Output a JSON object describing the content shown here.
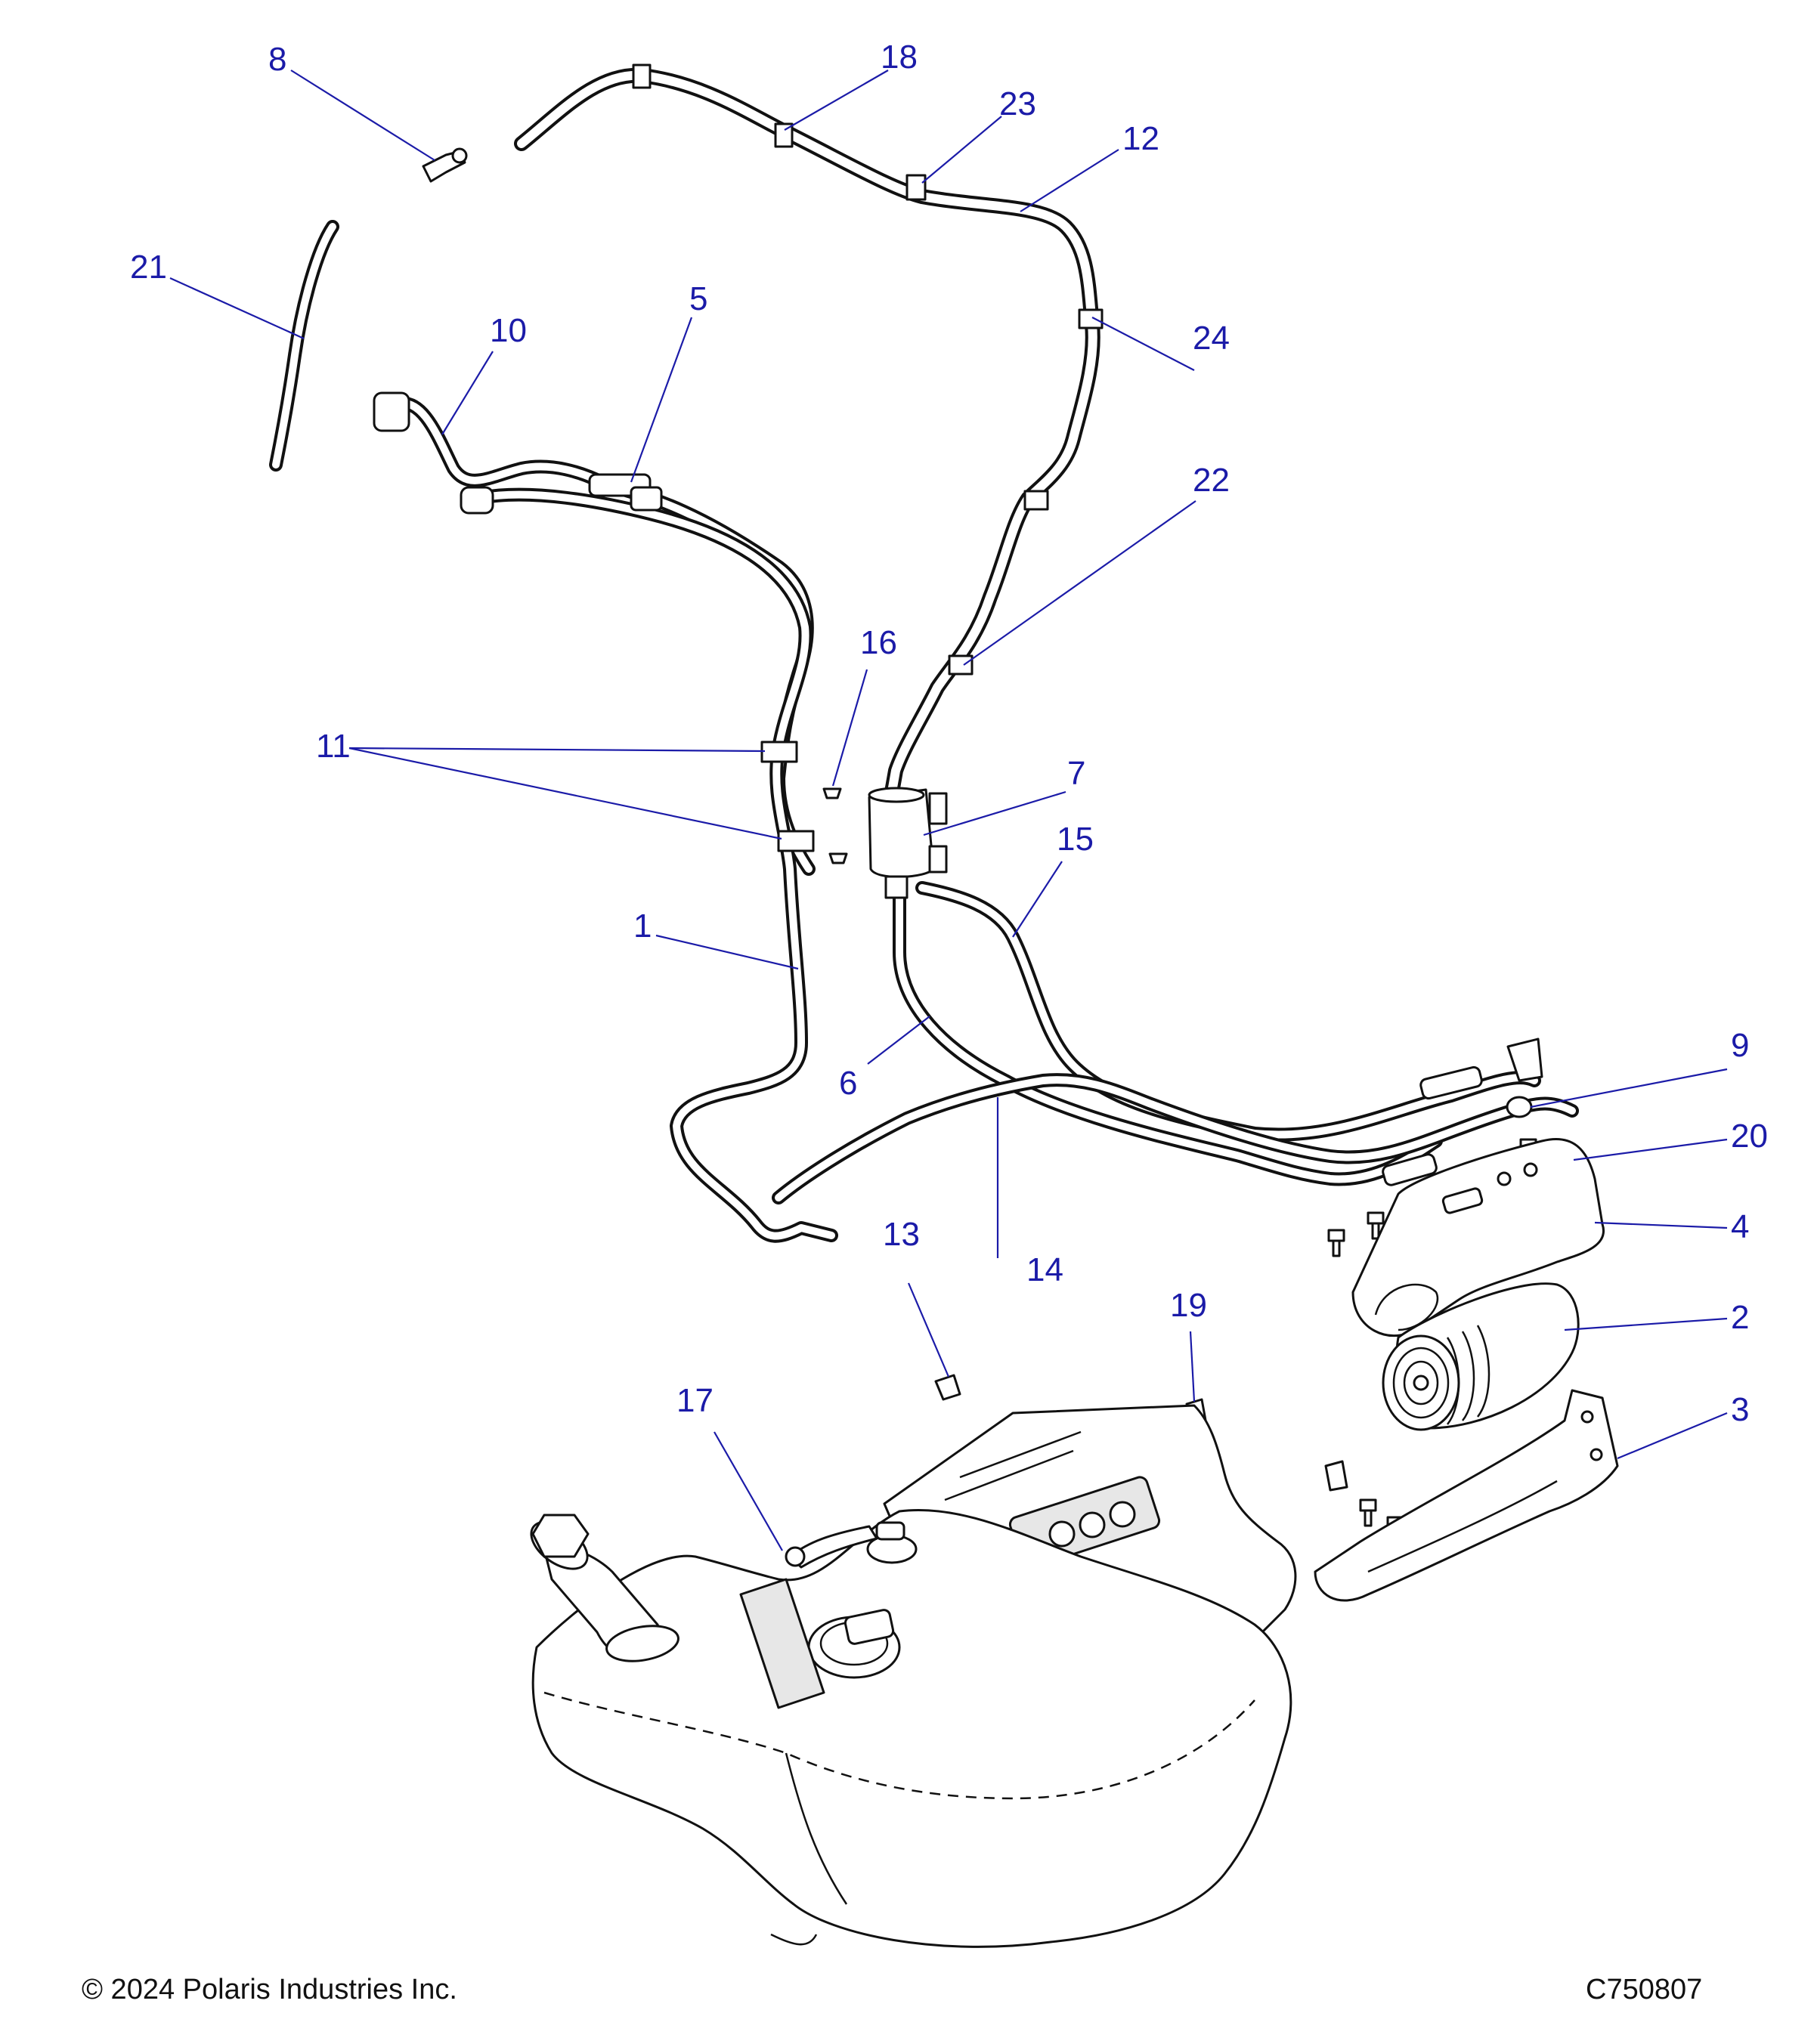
{
  "diagram": {
    "callouts": [
      "1",
      "2",
      "3",
      "4",
      "5",
      "6",
      "7",
      "8",
      "9",
      "10",
      "11",
      "12",
      "13",
      "14",
      "15",
      "16",
      "17",
      "18",
      "19",
      "20",
      "21",
      "22",
      "23",
      "24"
    ]
  },
  "footer": {
    "copyright": "© 2024 Polaris Industries Inc.",
    "drawing_number": "C750807"
  }
}
